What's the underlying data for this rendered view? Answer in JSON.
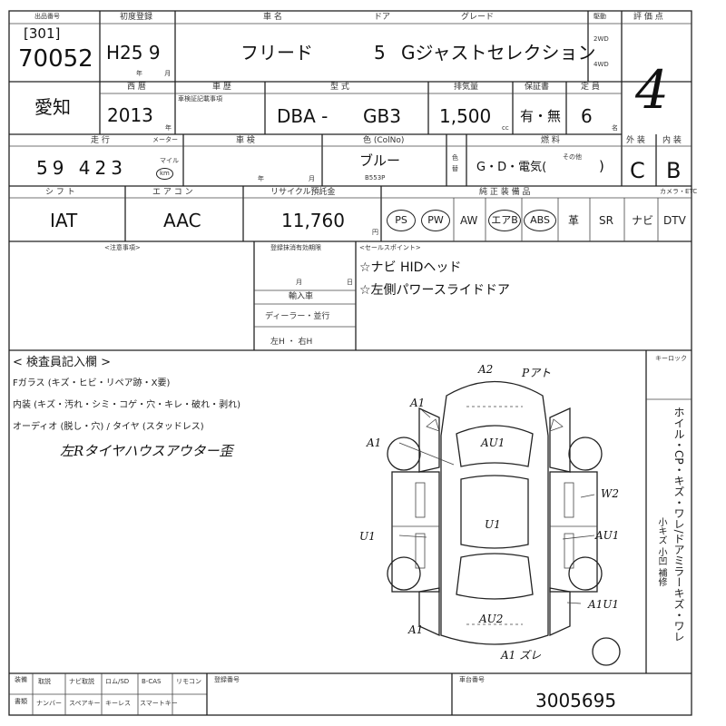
{
  "header": {
    "auction_label": "出品番号",
    "lot_prefix": "[301]",
    "lot_number": "70052",
    "first_reg_label": "初度登録",
    "first_reg": "H25 9",
    "year_month": "年 月",
    "car_name_label": "車 名",
    "door_label": "ドア",
    "grade_label": "グレード",
    "car_name": "フリード",
    "doors": "5",
    "grade": "Gジャストセレクション",
    "drive_label": "駆動",
    "drive_2wd": "2WD",
    "drive_4wd": "4WD",
    "score_label": "評 価 点",
    "score": "4"
  },
  "row2": {
    "location": "愛知",
    "western_year_label": "西 暦",
    "western_year": "2013",
    "nen": "年",
    "chassis_label": "車 歴",
    "chassis_sub": "車検証記載事項",
    "model_label": "型 式",
    "model_a": "DBA -",
    "model_b": "GB3",
    "displacement_label": "排気量",
    "displacement": "1,500",
    "cc": "cc",
    "record_label": "保証書",
    "record_value": "有・無",
    "capacity_label": "定 員",
    "capacity": "6",
    "mei": "名"
  },
  "row3": {
    "mileage_label": "走 行",
    "meter_label": "メーター",
    "mileage": "59 423",
    "unit_mile": "マイル",
    "unit_km": "km",
    "inspection_label": "車 検",
    "nen": "年",
    "getsu": "月",
    "color_label": "色 (ColNo)",
    "color": "ブルー",
    "color_code": "B553P",
    "color_change_label": "色替",
    "fuel_label": "燃 料",
    "fuel_values": "G・D・電気(",
    "fuel_close": ")",
    "fuel_other": "その他",
    "exterior_label": "外 装",
    "interior_label": "内 装",
    "exterior": "C",
    "interior": "B"
  },
  "row4": {
    "shift_label": "シ フ ト",
    "shift": "IAT",
    "ac_label": "エ ア コ ン",
    "ac": "AAC",
    "recycle_label": "リサイクル預託金",
    "recycle": "11,760",
    "yen": "円",
    "equip_label": "純 正 装 備 品",
    "equip_items": [
      "PS",
      "PW",
      "AW",
      "エアB",
      "ABS",
      "革",
      "SR",
      "ナビ",
      "DTV"
    ],
    "equip_extra": "カメラ・ETC"
  },
  "notes": {
    "caution_label": "<注意事項>",
    "reg_label": "登録抹消有効期限",
    "tsuki": "月",
    "hi": "日",
    "import_label": "輸入車",
    "import_value": "ディーラー・並行",
    "handle_value": "左H ・ 右H",
    "sales_label": "<セールスポイント>",
    "sales_1": "☆ナビ HIDヘッド",
    "sales_2": "☆左側パワースライドドア"
  },
  "inspection": {
    "title": "< 検査員記入欄 >",
    "line1": "Fガラス (キズ・ヒビ・リペア跡・X要)",
    "line2": "内装 (キズ・汚れ・シミ・コゲ・穴・キレ・破れ・剥れ)",
    "line3": "オーディオ (脱し・穴) / タイヤ (スタッドレス)",
    "handwritten": "左Rタイヤハウスアウター歪",
    "key_label": "キーロック",
    "side_text": "ホイル・CP・キズ・ワレ/ドアミラーキズ・ワレ",
    "side_sub": "小キズ 小凹 補修"
  },
  "diagram": {
    "marks": [
      "A2",
      "Pアト",
      "A1",
      "AU1",
      "A1",
      "W2",
      "U1",
      "U1",
      "AU1",
      "A1U1",
      "A1",
      "AU2",
      "A1 ズレ"
    ]
  },
  "footer": {
    "equip_label": "装備",
    "docs_label": "書類",
    "row1": [
      "取説",
      "ナビ取説",
      "ロム/SD",
      "B-CAS",
      "リモコン"
    ],
    "row2": [
      "ナンバー",
      "スペアキー",
      "キーレス",
      "スマートキー"
    ],
    "reg_no_label": "登録番号",
    "vin_label": "車台番号",
    "vin": "3005695"
  }
}
